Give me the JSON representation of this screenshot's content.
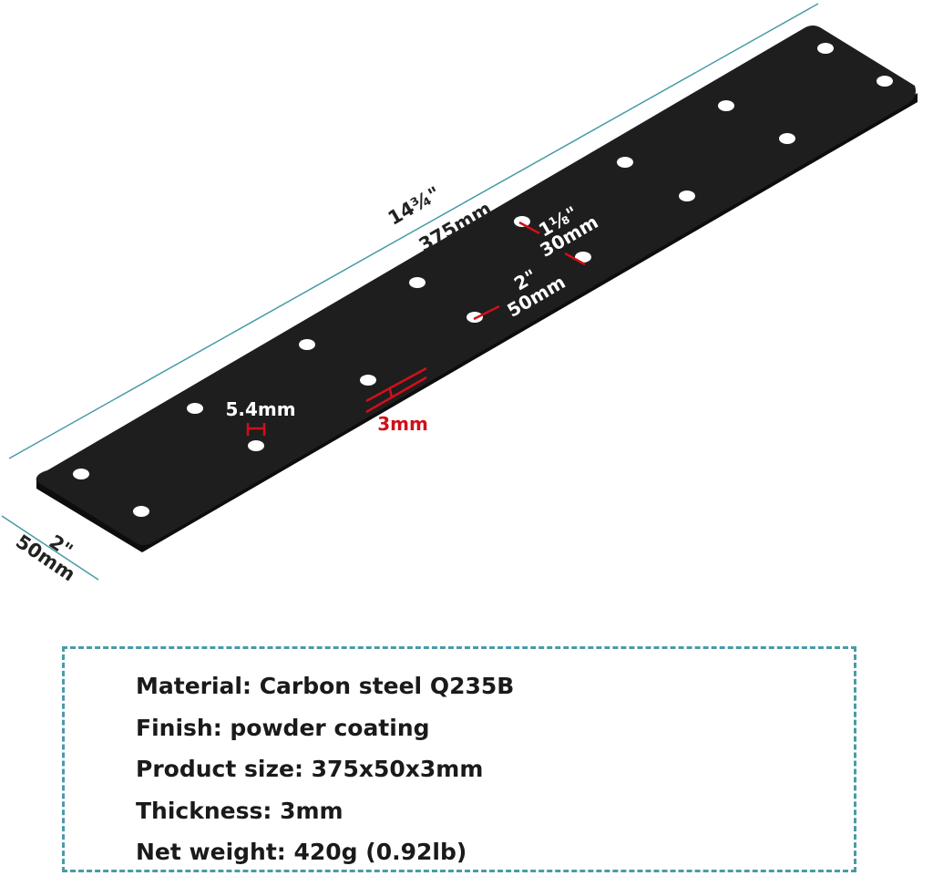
{
  "dimensions": {
    "length_in": "14¾\"",
    "length_mm": "375mm",
    "width_in": "2\"",
    "width_mm": "50mm",
    "hole_diameter": "5.4mm",
    "thickness": "3mm",
    "hole_gap_in": "1⅛\"",
    "hole_gap_mm": "30mm",
    "hole_spacing_in": "2\"",
    "hole_spacing_mm": "50mm"
  },
  "colors": {
    "plate": "#1e1e1e",
    "plate_edge": "#0d0d0d",
    "hole": "#ffffff",
    "dimension_line": "#4a9aa8",
    "measure_red": "#d0101a",
    "box_border": "#4a9aa8"
  },
  "specs": [
    {
      "text": "Material: Carbon steel Q235B"
    },
    {
      "text": "Finish: powder coating"
    },
    {
      "text": "Product size: 375x50x3mm"
    },
    {
      "text": "Thickness: 3mm"
    },
    {
      "text": "Net weight: 420g (0.92lb)"
    }
  ]
}
